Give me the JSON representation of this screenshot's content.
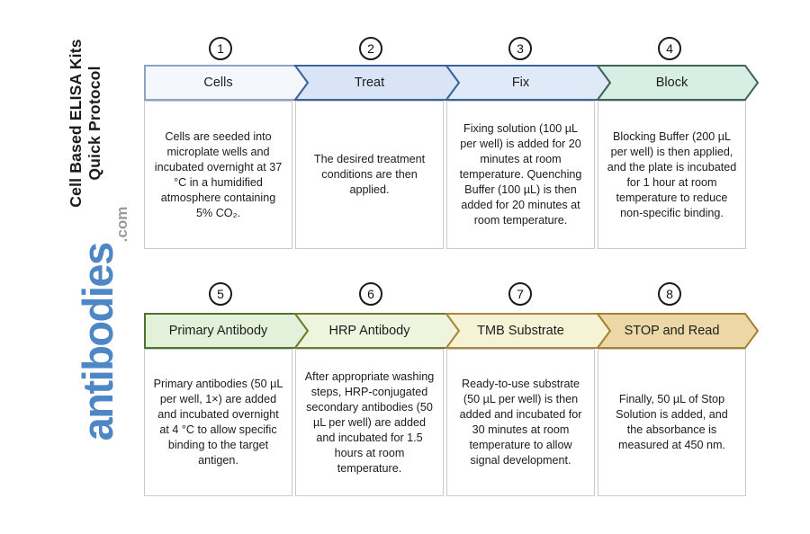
{
  "sidebar": {
    "title_line1": "Cell Based ELISA Kits",
    "title_line2": "Quick Protocol",
    "logo_main": "antibodies",
    "logo_suffix": ".com",
    "logo_color": "#4d87c5",
    "logo_suffix_color": "#9a9a9a"
  },
  "steps": [
    {
      "number": "1",
      "label": "Cells",
      "fill": "#f4f8fc",
      "border": "#8aa4c2",
      "description": "Cells are seeded into microplate wells and incubated overnight at 37 °C in a humidified atmosphere containing 5% CO₂."
    },
    {
      "number": "2",
      "label": "Treat",
      "fill": "#d9e4f7",
      "border": "#3a629b",
      "description": "The desired treatment conditions are then applied."
    },
    {
      "number": "3",
      "label": "Fix",
      "fill": "#e0e9f8",
      "border": "#3a629b",
      "description": "Fixing solution (100 µL per well) is added for 20 minutes at room temperature. Quenching Buffer (100 µL) is then added for 20 minutes at room temperature."
    },
    {
      "number": "4",
      "label": "Block",
      "fill": "#d6eee3",
      "border": "#426359",
      "description": "Blocking Buffer (200 µL per well) is then applied, and the plate is incubated for 1 hour at room temperature to reduce non-specific binding."
    },
    {
      "number": "5",
      "label": "Primary Antibody",
      "fill": "#e4f1da",
      "border": "#4b7430",
      "description": "Primary antibodies (50 µL per well, 1×) are added and incubated overnight at 4 °C to allow specific binding to the target antigen."
    },
    {
      "number": "6",
      "label": "HRP Antibody",
      "fill": "#eef4dd",
      "border": "#6e7c31",
      "description": "After appropriate washing steps, HRP-conjugated secondary antibodies (50 µL per well) are added and incubated for 1.5 hours at room temperature."
    },
    {
      "number": "7",
      "label": "TMB Substrate",
      "fill": "#f6f2d6",
      "border": "#a9883c",
      "description": "Ready-to-use substrate (50 µL per well) is then added and incubated for 30 minutes at room temperature to allow signal development."
    },
    {
      "number": "8",
      "label": "STOP and Read",
      "fill": "#ebd8a6",
      "border": "#a6812f",
      "description": "Finally, 50 µL of Stop Solution is added, and the absorbance is measured at 450 nm."
    }
  ]
}
